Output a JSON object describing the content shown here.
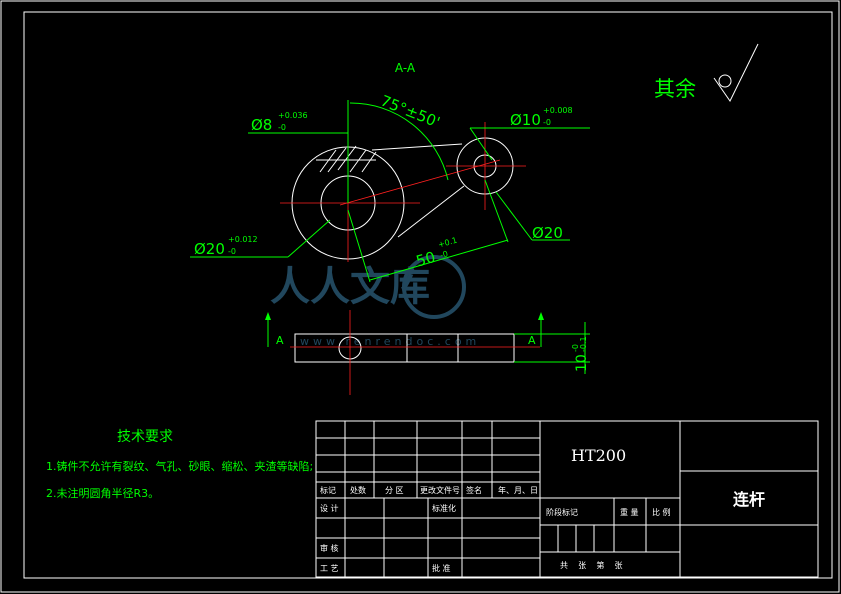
{
  "section_label": "A-A",
  "surface_note": "其余",
  "dimensions": {
    "d8_main": "Ø8",
    "d8_upper": "+0.036",
    "d8_lower": "-0",
    "angle": "75°±50'",
    "d10_main": "Ø10",
    "d10_upper": "+0.008",
    "d10_lower": "-0",
    "d20_small": "Ø20",
    "d20_main": "Ø20",
    "d20_upper": "+0.012",
    "d20_lower": "-0",
    "len_main": "50",
    "len_upper": "+0.1",
    "len_lower": "-0",
    "thick_main": "10",
    "thick_upper": "-0.1",
    "thick_lower": "-0"
  },
  "section_marks": {
    "left": "A",
    "right": "A"
  },
  "watermark": {
    "text": "人人文库",
    "url": "www.renrendoc.com"
  },
  "notes": {
    "title": "技术要求",
    "items": [
      "1.铸件不允许有裂纹、气孔、砂眼、缩松、夹渣等缺陷;",
      "2.未注明圆角半径R3。"
    ]
  },
  "title_block": {
    "material": "HT200",
    "part_name": "连杆",
    "headers": [
      "标记",
      "处数",
      "分 区",
      "更改文件号",
      "签名",
      "年、月、日"
    ],
    "design": "设 计",
    "standardize": "标准化",
    "review": "审 核",
    "process": "工 艺",
    "approve": "批 准",
    "stage": "阶段标记",
    "weight": "重 量",
    "scale": "比 例",
    "sheets": "共    张    第    张"
  }
}
